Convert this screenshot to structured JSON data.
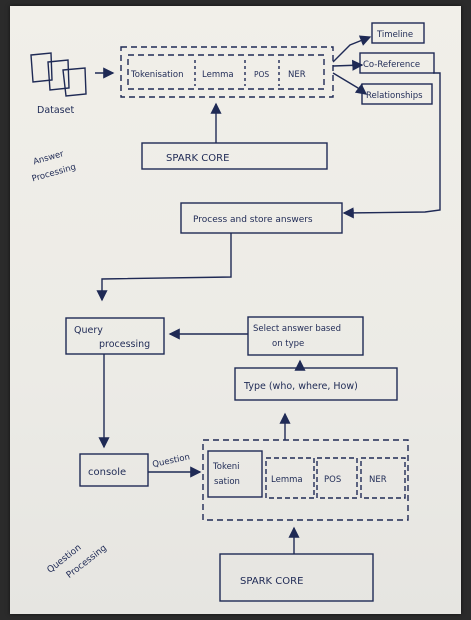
{
  "answer_processing": {
    "section_label": [
      "Answer",
      "Processing"
    ],
    "dataset_label": "Dataset",
    "pipeline": {
      "tokenisation": "Tokenisation",
      "lemma": "Lemma",
      "pos": "POS",
      "ner": "NER"
    },
    "outputs": {
      "timeline": "Timeline",
      "coreference": "Co-Reference",
      "relationships": "Relationships"
    },
    "spark_core": "SPARK CORE",
    "process_store": "Process and store answers"
  },
  "query": {
    "query_processing": [
      "Query",
      "processing"
    ],
    "select_answer": [
      "Select answer based",
      "on type"
    ],
    "type_box": "Type (who, where, How)",
    "console": "console",
    "question_label": "Question"
  },
  "question_processing": {
    "section_label": [
      "Question",
      "Processing"
    ],
    "pipeline": {
      "tokenisation": [
        "Tokeni",
        "sation"
      ],
      "lemma": "Lemma",
      "pos": "POS",
      "ner": "NER"
    },
    "spark_core": "SPARK CORE"
  },
  "colors": {
    "ink": "#1f2a55",
    "paper": "#efede8",
    "background": "#2b2b2b"
  }
}
